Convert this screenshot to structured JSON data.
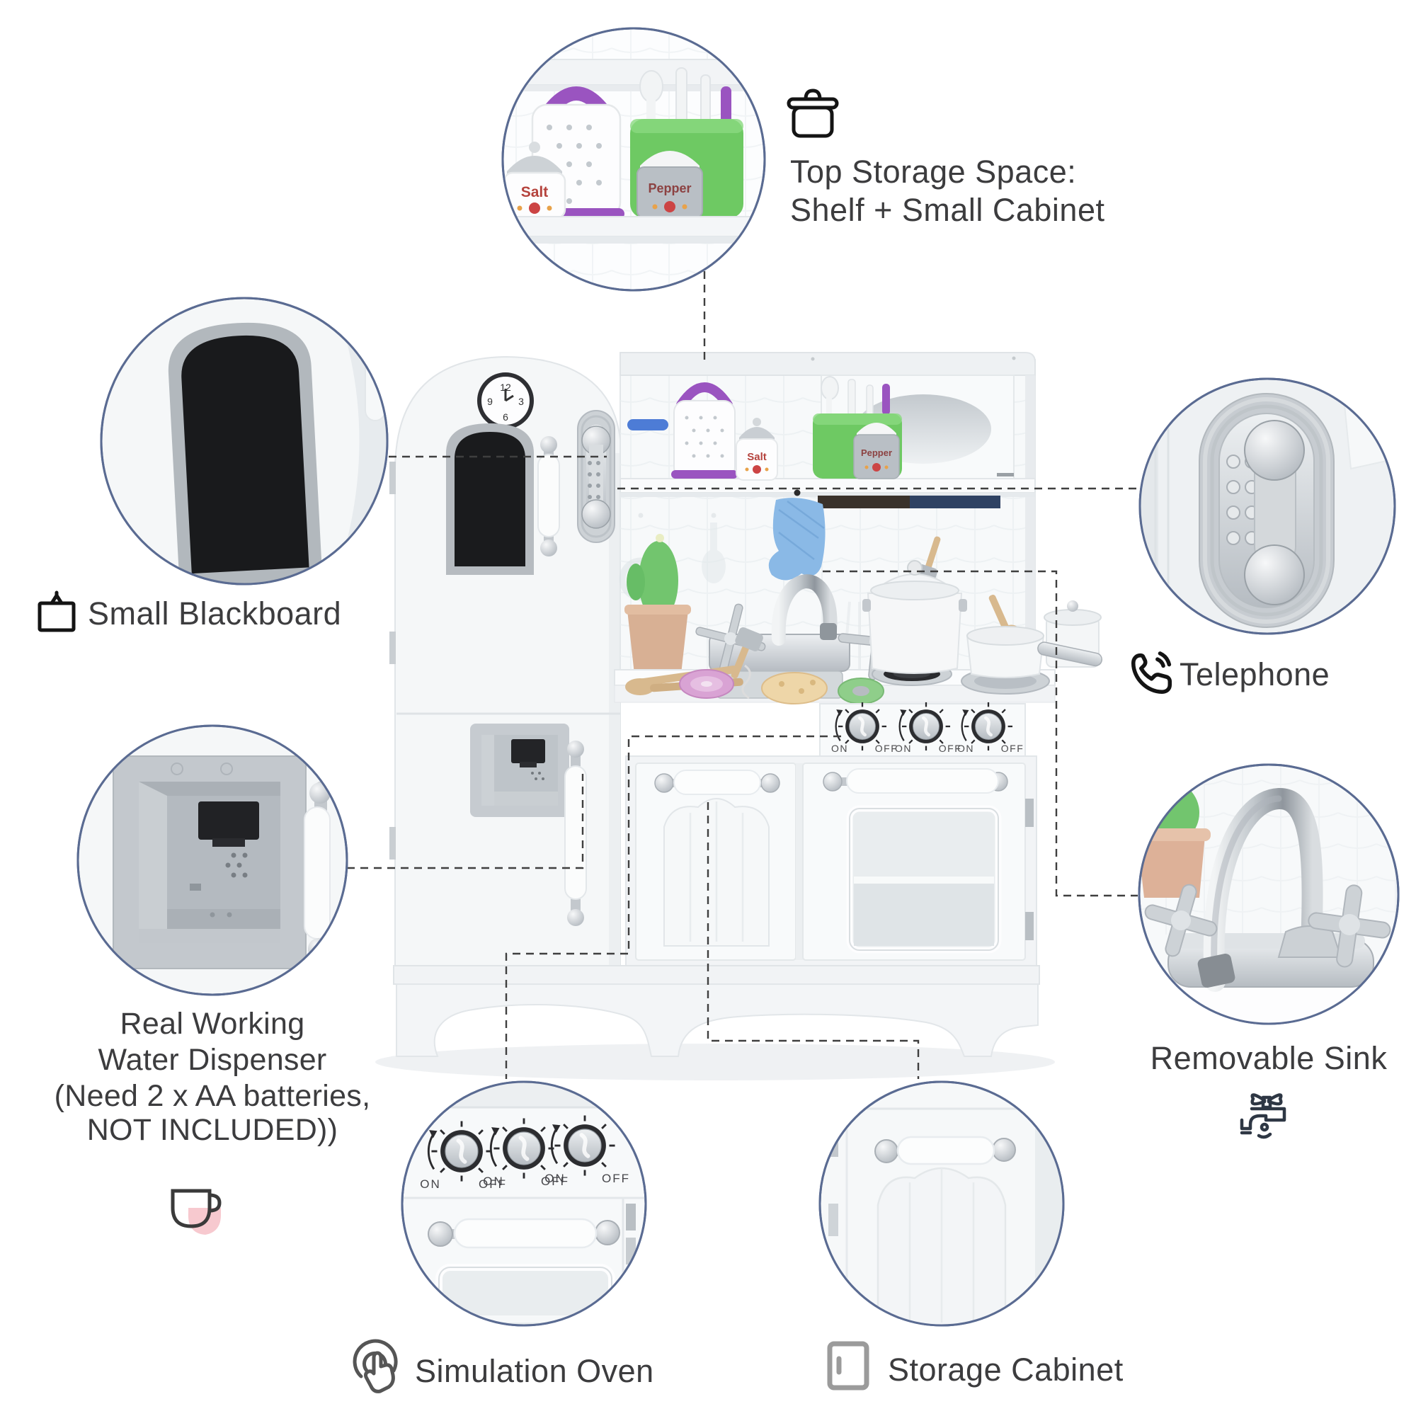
{
  "accent": {
    "circle_border": "#5a6b92",
    "dash_color": "#3f3f3f",
    "text_color": "#3c3c3e"
  },
  "callouts": {
    "top_storage": {
      "line1": "Top Storage Space:",
      "line2": "Shelf + Small Cabinet"
    },
    "blackboard": {
      "label": "Small Blackboard"
    },
    "telephone": {
      "label": "Telephone"
    },
    "water_dispenser": {
      "line1": "Real Working",
      "line2": "Water Dispenser",
      "line3": "(Need 2 x AA batteries,",
      "line4": "NOT INCLUDED))"
    },
    "sink": {
      "label": "Removable Sink"
    },
    "oven": {
      "label": "Simulation Oven"
    },
    "cabinet": {
      "label": "Storage Cabinet"
    }
  },
  "kitchen": {
    "shaker_salt": "Salt",
    "shaker_pepper": "Pepper",
    "knob_on": "ON",
    "knob_off": "OFF",
    "clock": {
      "n12": "12",
      "n3": "3",
      "n6": "6",
      "n9": "9"
    }
  }
}
